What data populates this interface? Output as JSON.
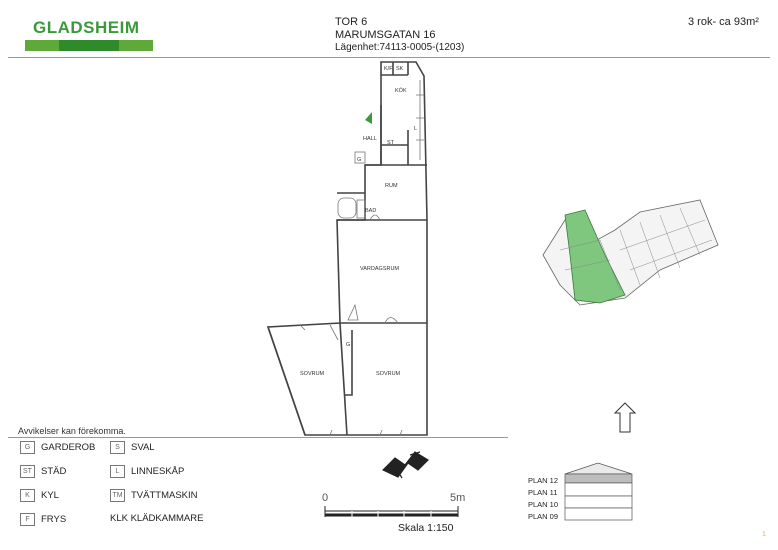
{
  "header": {
    "logo_text": "GLADSHEIM",
    "logo_colors": [
      "#5ea93a",
      "#2f8a2a",
      "#5ea93a"
    ],
    "project": "TOR 6",
    "address": "MARUMSGATAN 16",
    "apartment": "Lägenhet:74113-0005-(1203)",
    "size": "3 rok- ca 93m²"
  },
  "rooms": {
    "kok": "KÖK",
    "kf": "K/F",
    "sk": "SK",
    "hall": "HALL",
    "st": "ST",
    "g1": "G",
    "rum": "RUM",
    "bad": "BAD",
    "vardagsrum": "VARDAGSRUM",
    "g2": "G",
    "sovrum1": "SOVRUM",
    "sovrum2": "SOVRUM",
    "l": "L"
  },
  "legend": {
    "note": "Avvikelser kan förekomma.",
    "items": [
      {
        "code": "G",
        "label": "GARDEROB"
      },
      {
        "code": "S",
        "label": "SVAL"
      },
      {
        "code": "ST",
        "label": "STÄD"
      },
      {
        "code": "L",
        "label": "LINNESKÅP"
      },
      {
        "code": "K",
        "label": "KYL"
      },
      {
        "code": "TM",
        "label": "TVÄTTMASKIN"
      },
      {
        "code": "F",
        "label": "FRYS"
      },
      {
        "code": "",
        "label": "KLK KLÄDKAMMARE"
      }
    ]
  },
  "scale": {
    "start": "0",
    "end": "5m",
    "label": "Skala 1:150"
  },
  "levels": [
    "PLAN 12",
    "PLAN 11",
    "PLAN 10",
    "PLAN 09"
  ],
  "page_marker": "1",
  "colors": {
    "highlight": "#7fc77f",
    "accent": "#3a9a3a"
  }
}
